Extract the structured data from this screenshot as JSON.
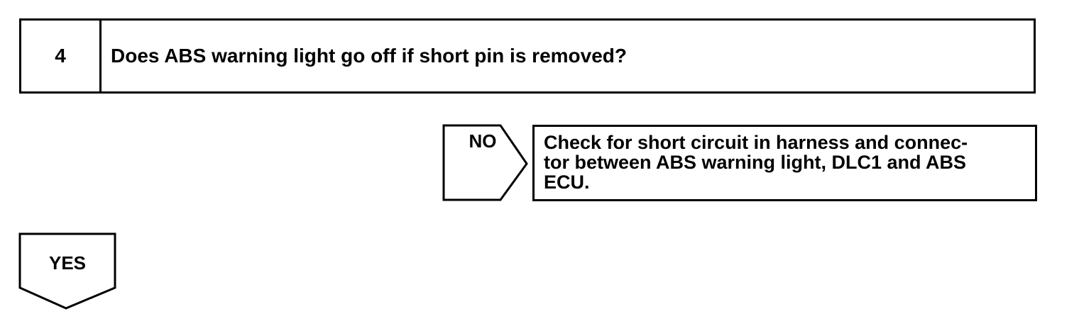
{
  "step": {
    "number": "4",
    "question": "Does ABS warning light go off if short pin is removed?"
  },
  "branch_no": {
    "label": "NO",
    "action_lines": [
      "Check for short circuit in harness and connec-",
      "tor between ABS warning light, DLC1 and ABS",
      "ECU."
    ]
  },
  "branch_yes": {
    "label": "YES"
  }
}
